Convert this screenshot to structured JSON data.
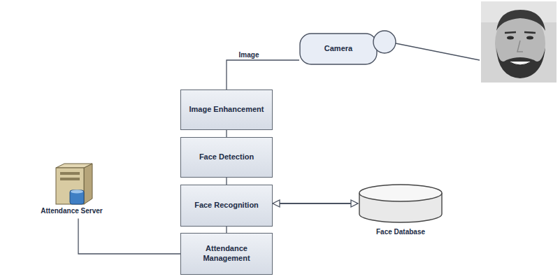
{
  "diagram": {
    "nodes": [
      {
        "text": [
          "Camera"
        ]
      },
      {
        "text": [
          "Image Enhancement"
        ]
      },
      {
        "text": [
          "Face Detection"
        ]
      },
      {
        "text": [
          "Attendance Server"
        ]
      },
      {
        "text": [
          "Face Recognition"
        ]
      },
      {
        "text": [
          "Face Database"
        ]
      },
      {
        "text": [
          "Attendance Management"
        ]
      }
    ],
    "edges": [
      {
        "from": 0,
        "to": 1,
        "label": "Image",
        "arrow": "none"
      },
      {
        "from": 1,
        "to": 2,
        "arrow": "none"
      },
      {
        "from": 2,
        "to": 4,
        "arrow": "none"
      },
      {
        "from": 4,
        "to": 5,
        "arrow": "both"
      },
      {
        "from": 4,
        "to": 6,
        "arrow": "none"
      },
      {
        "from": 3,
        "to": 6,
        "arrow": "none"
      }
    ]
  }
}
